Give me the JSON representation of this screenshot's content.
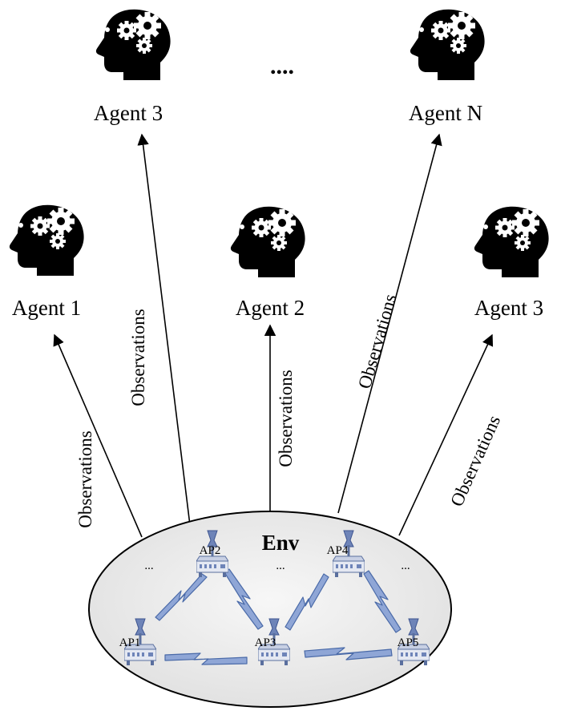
{
  "agents": {
    "top_left": "Agent 3",
    "top_right": "Agent N",
    "row_left": "Agent 1",
    "row_center": "Agent 2",
    "row_right": "Agent 3",
    "ellipsis": "...."
  },
  "arrow_label": "Observations",
  "environment": {
    "title": "Env",
    "access_points": [
      "AP1",
      "AP2",
      "AP3",
      "AP4",
      "AP5"
    ],
    "ellipsis": "..."
  },
  "icons": {
    "agent": "head-with-gears-icon",
    "access_point": "router-icon",
    "link": "wireless-lightning-link"
  },
  "colors": {
    "env_fill": "#ececec",
    "link": "#8fa6d6",
    "router": "#7f93c0"
  }
}
